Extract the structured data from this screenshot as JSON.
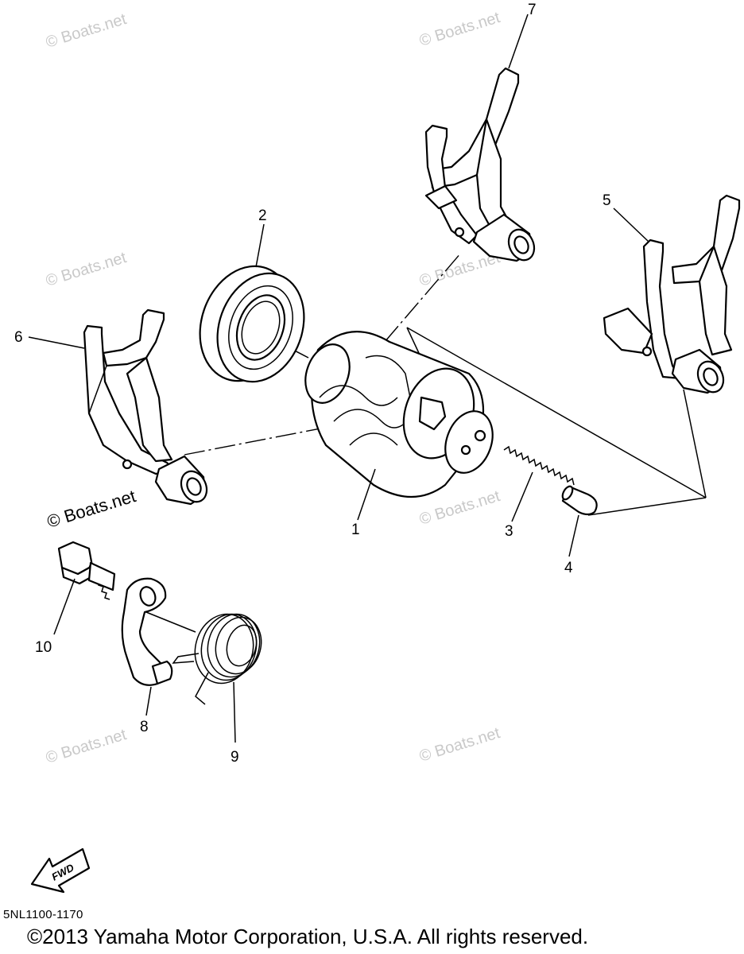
{
  "watermark": "© Boats.net",
  "callouts": {
    "p1": "1",
    "p2": "2",
    "p3": "3",
    "p4": "4",
    "p5": "5",
    "p6": "6",
    "p7": "7",
    "p8": "8",
    "p9": "9",
    "p10": "10"
  },
  "fwd_label": "FWD",
  "diagram_code": "5NL1100-1170",
  "copyright": "©2013 Yamaha Motor Corporation, U.S.A. All rights reserved."
}
